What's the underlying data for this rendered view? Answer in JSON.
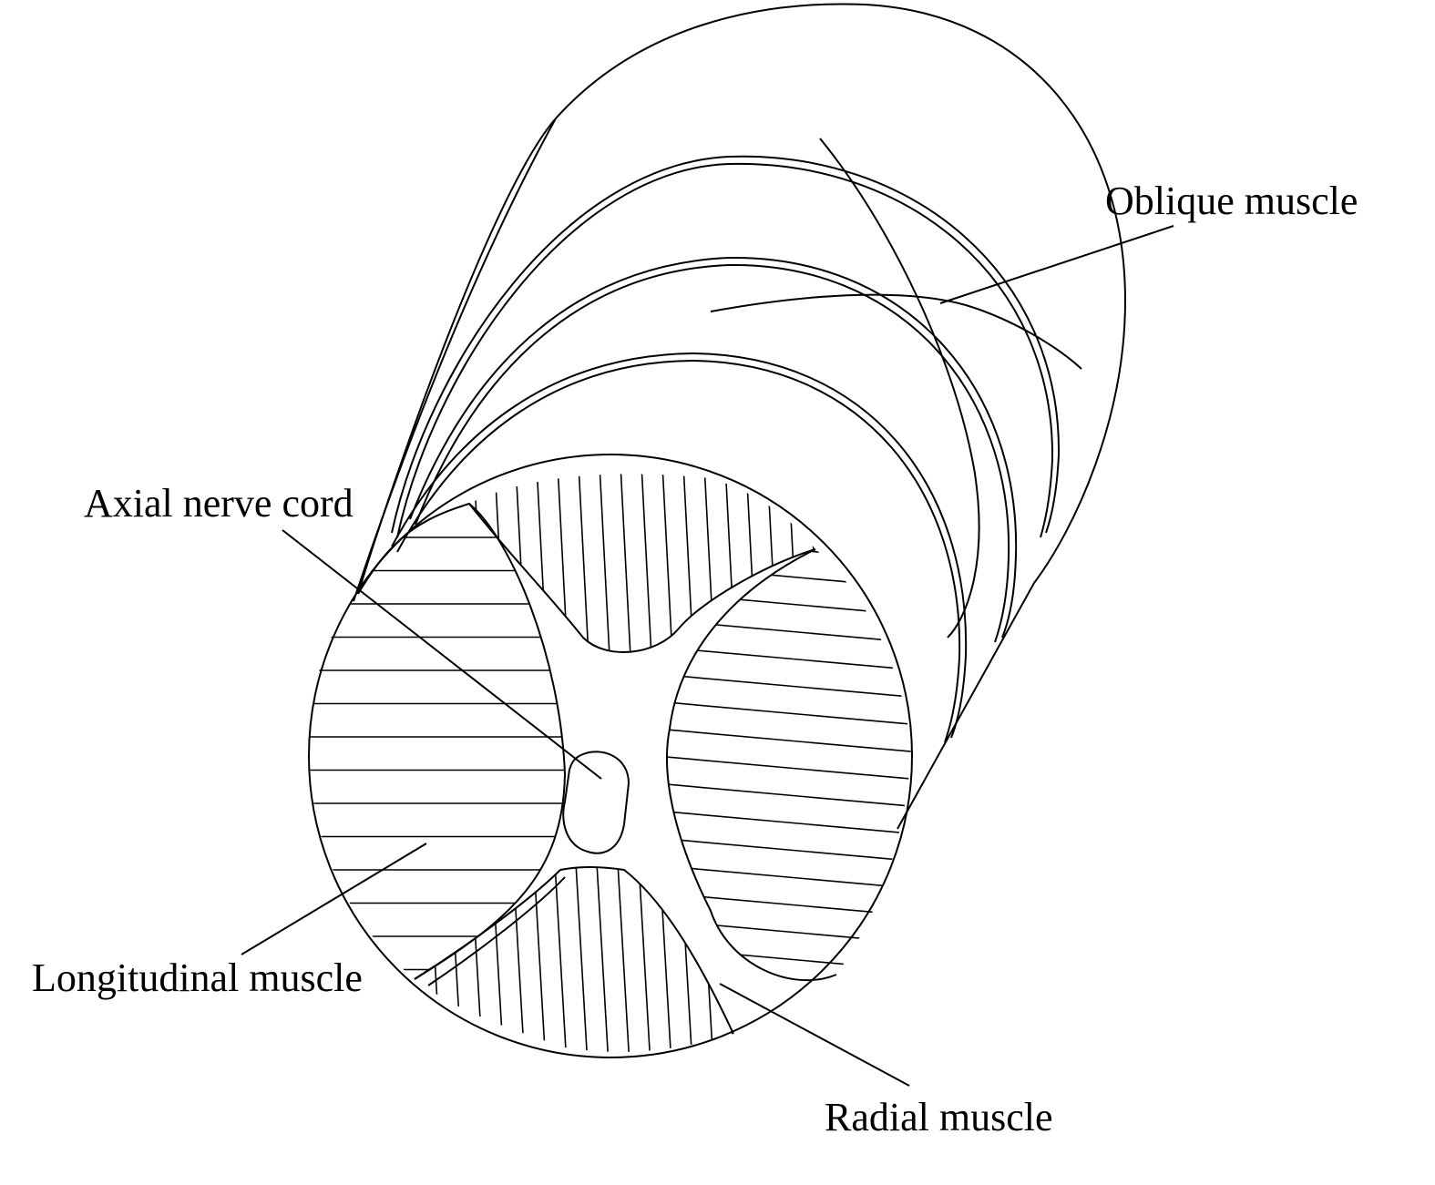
{
  "labels": {
    "oblique": "Oblique  muscle",
    "axial": "Axial nerve cord",
    "longitudinal": "Longitudinal muscle",
    "radial": "Radial muscle"
  },
  "colors": {
    "stroke": "#000000",
    "background": "#ffffff"
  }
}
